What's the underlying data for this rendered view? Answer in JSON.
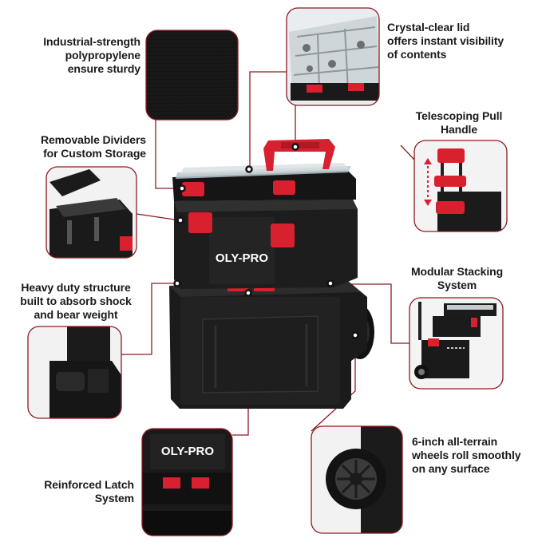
{
  "callouts": {
    "material": "Industrial-strength\npolypropylene\nensure sturdy",
    "lid": "Crystal-clear lid\noffers instant visibility\nof contents",
    "handle": "Telescoping Pull\nHandle",
    "dividers": "Removable Dividers\nfor Custom Storage",
    "stacking": "Modular Stacking\nSystem",
    "structure": "Heavy duty structure\nbuilt to absorb shock\nand bear weight",
    "wheels": "6-inch all-terrain\nwheels roll smoothly\non any surface",
    "latch": "Reinforced Latch\nSystem"
  },
  "brand": {
    "logo_text": "OLY-PRO",
    "accent": "#d8202f",
    "line": "#8c1b22",
    "case": "#1b1b1b"
  }
}
